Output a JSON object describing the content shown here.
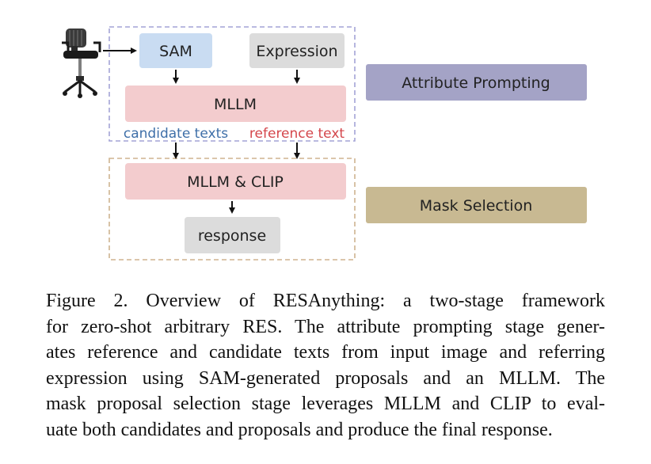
{
  "nodes": {
    "sam": "SAM",
    "expression": "Expression",
    "mllm": "MLLM",
    "mllm_clip": "MLLM & CLIP",
    "response": "response"
  },
  "edge_labels": {
    "candidate_texts": "candidate texts",
    "reference_text": "reference text"
  },
  "stages": {
    "attribute_prompting": "Attribute Prompting",
    "mask_selection": "Mask Selection"
  },
  "icons": {
    "input_image": "office-chair-icon"
  },
  "colors": {
    "sam_fill": "#c9dcf2",
    "gray_fill": "#dcdcdc",
    "mllm_fill": "#f3ccce",
    "attr_border": "#a3a3d6",
    "mask_border": "#cfb48f",
    "attr_stage_fill": "#a4a3c6",
    "mask_stage_fill": "#c8b992",
    "candidate_color": "#3e6fa8",
    "reference_color": "#d4464b"
  },
  "caption": {
    "lines": [
      "Figure 2.  Overview of RESAnything:  a two-stage framework",
      "for zero-shot arbitrary RES. The attribute prompting stage gener-",
      "ates reference and candidate texts from input image and referring",
      "expression using SAM-generated proposals and an MLLM. The",
      "mask proposal selection stage leverages MLLM and CLIP to eval-",
      "uate both candidates and proposals and produce the final response."
    ]
  }
}
